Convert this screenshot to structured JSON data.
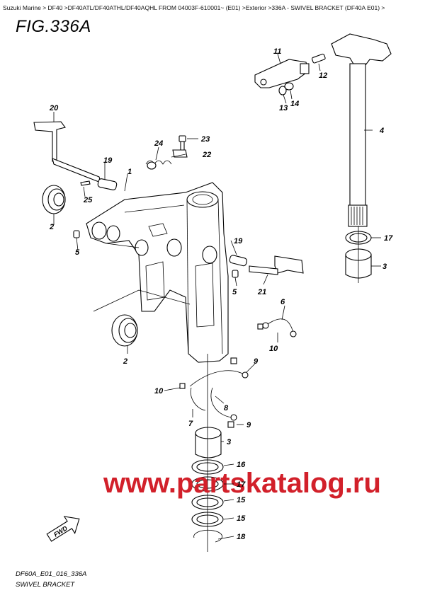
{
  "breadcrumb": "Suzuki Marine > DF40 >DF40ATL/DF40ATHL/DF40AQHL FROM 04003F-610001~ (E01) >Exterior >336A - SWIVEL BRACKET (DF40A E01) >",
  "figure_title": "FIG.336A",
  "callouts": {
    "c1": "1",
    "c2a": "2",
    "c2b": "2",
    "c3a": "3",
    "c3b": "3",
    "c4": "4",
    "c5a": "5",
    "c5b": "5",
    "c6": "6",
    "c7": "7",
    "c8": "8",
    "c9a": "9",
    "c9b": "9",
    "c10a": "10",
    "c10b": "10",
    "c11": "11",
    "c12": "12",
    "c13": "13",
    "c14": "14",
    "c15a": "15",
    "c15b": "15",
    "c16": "16",
    "c17a": "17",
    "c17b": "17",
    "c18": "18",
    "c19a": "19",
    "c19b": "19",
    "c20": "20",
    "c21": "21",
    "c22": "22",
    "c23": "23",
    "c24": "24",
    "c25": "25"
  },
  "fwd_label": "FWD",
  "watermark": "www.partskatalog.ru",
  "footer_code": "DF60A_E01_016_336A",
  "footer_name": "SWIVEL BRACKET"
}
